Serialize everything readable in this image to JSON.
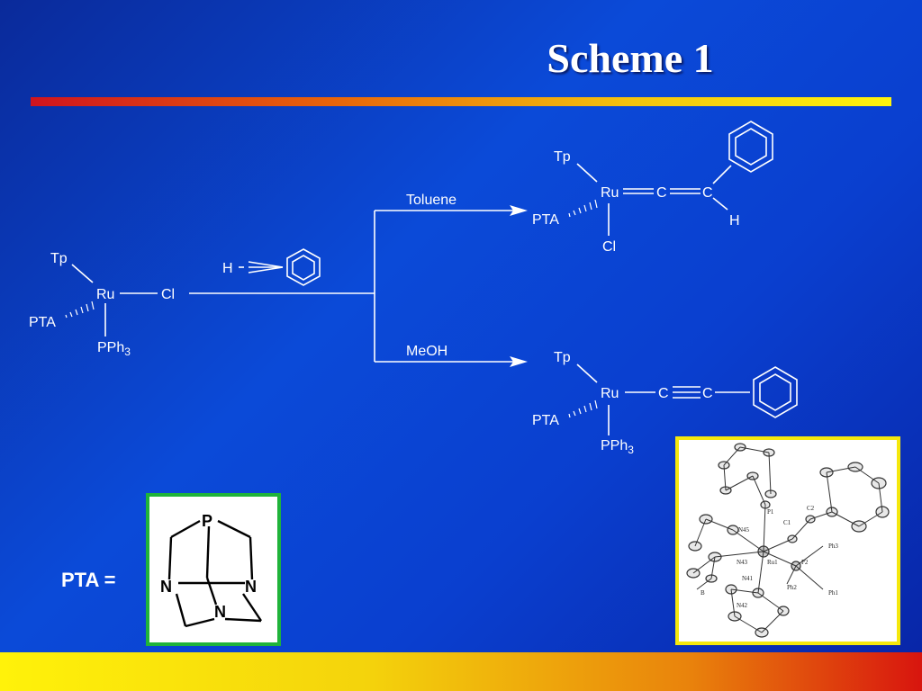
{
  "slide": {
    "title": "Scheme 1"
  },
  "scheme": {
    "reactant": {
      "tp": "Tp",
      "ru": "Ru",
      "cl": "Cl",
      "pta": "PTA",
      "pph3_base": "PPh",
      "pph3_sub": "3"
    },
    "reagent": {
      "h": "H"
    },
    "condition_top": "Toluene",
    "condition_bottom": "MeOH",
    "product_top": {
      "tp": "Tp",
      "ru": "Ru",
      "c1": "C",
      "c2": "C",
      "h": "H",
      "pta": "PTA",
      "cl": "Cl"
    },
    "product_bottom": {
      "tp": "Tp",
      "ru": "Ru",
      "c1": "C",
      "c2": "C",
      "pta": "PTA",
      "pph3_base": "PPh",
      "pph3_sub": "3"
    }
  },
  "pta_definition": {
    "label": "PTA =",
    "atom_p": "P",
    "atom_n_left": "N",
    "atom_n_right": "N",
    "atom_n_bottom": "N"
  },
  "crystal": {
    "labels": {
      "p1": "P1",
      "c1": "C1",
      "c2": "C2",
      "n45": "N45",
      "n43": "N43",
      "ru1": "Ru1",
      "p2": "P2",
      "ph3": "Ph3",
      "n41": "N41",
      "b": "B",
      "ph2": "Ph2",
      "ph1": "Ph1",
      "n42": "N42"
    }
  }
}
